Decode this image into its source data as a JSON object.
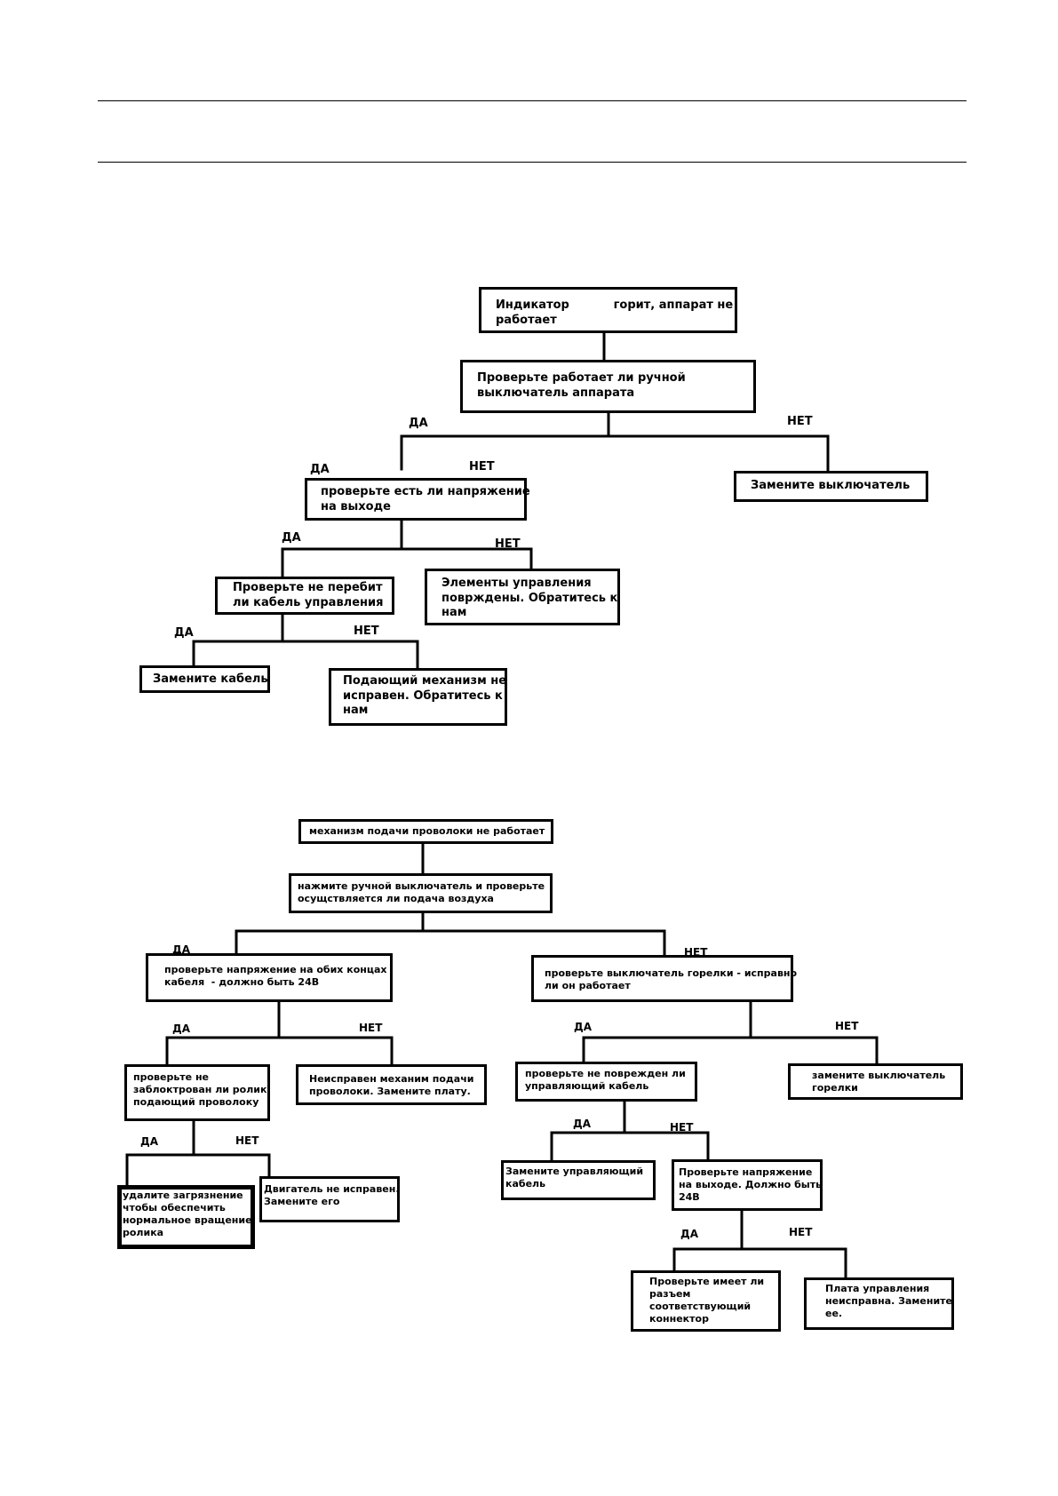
{
  "chart1": {
    "yes": "ДА",
    "no": "НЕТ",
    "nodes": [
      {
        "id": "n1",
        "lines": [
          "Индикатор           горит, аппарат не",
          "работает"
        ]
      },
      {
        "id": "n2",
        "lines": [
          "Проверьте работает ли ручной",
          "выключатель аппарата"
        ]
      },
      {
        "id": "n3",
        "lines": [
          "Замените выключатель"
        ]
      },
      {
        "id": "n4",
        "lines": [
          "проверьте есть ли напряжение",
          "на выходе"
        ]
      },
      {
        "id": "n5",
        "lines": [
          "Элементы управления",
          "поврждены. Обратитесь к",
          "нам"
        ]
      },
      {
        "id": "n6",
        "lines": [
          "Проверьте не перебит",
          "ли кабель управления"
        ]
      },
      {
        "id": "n7",
        "lines": [
          "Замените кабель"
        ]
      },
      {
        "id": "n8",
        "lines": [
          "Подающий механизм не",
          "исправен. Обратитесь к",
          "нам"
        ]
      }
    ]
  },
  "chart2": {
    "yes": "ДА",
    "no": "НЕТ",
    "nodes": [
      {
        "id": "m1",
        "lines": [
          "механизм подачи проволоки не работает"
        ]
      },
      {
        "id": "m2",
        "lines": [
          "нажмите ручной выключатель и проверьте",
          "осущствляется ли подача воздуха"
        ]
      },
      {
        "id": "m3",
        "lines": [
          "проверьте напряжение на обих концах",
          "кабеля  - должно быть 24В"
        ]
      },
      {
        "id": "m4",
        "lines": [
          "проверьте выключатель горелки - исправно",
          "ли он работает"
        ]
      },
      {
        "id": "m5",
        "lines": [
          "проверьте не",
          "заблоктрован ли ролик",
          "подающий проволоку"
        ]
      },
      {
        "id": "m6",
        "lines": [
          "Неисправен механим подачи",
          "проволоки. Замените плату."
        ]
      },
      {
        "id": "m7",
        "lines": [
          "проверьте не поврежден ли",
          "управляющий кабель"
        ]
      },
      {
        "id": "m8",
        "lines": [
          "замените выключатель",
          "горелки"
        ]
      },
      {
        "id": "m9",
        "lines": [
          "удалите загрязнение",
          "чтобы обеспечить",
          "нормальное вращение",
          "ролика"
        ]
      },
      {
        "id": "m10",
        "lines": [
          "Двигатель не исправен.",
          "Замените его"
        ]
      },
      {
        "id": "m11",
        "lines": [
          "Замените управляющий",
          "кабель"
        ]
      },
      {
        "id": "m12",
        "lines": [
          "Проверьте напряжение",
          "на выходе. Должно быть",
          "24В"
        ]
      },
      {
        "id": "m13",
        "lines": [
          "Проверьте имеет ли",
          "разъем",
          "соответствующий",
          "коннектор"
        ]
      },
      {
        "id": "m14",
        "lines": [
          "Плата управления",
          "неисправна. Замените",
          "ее."
        ]
      }
    ]
  }
}
